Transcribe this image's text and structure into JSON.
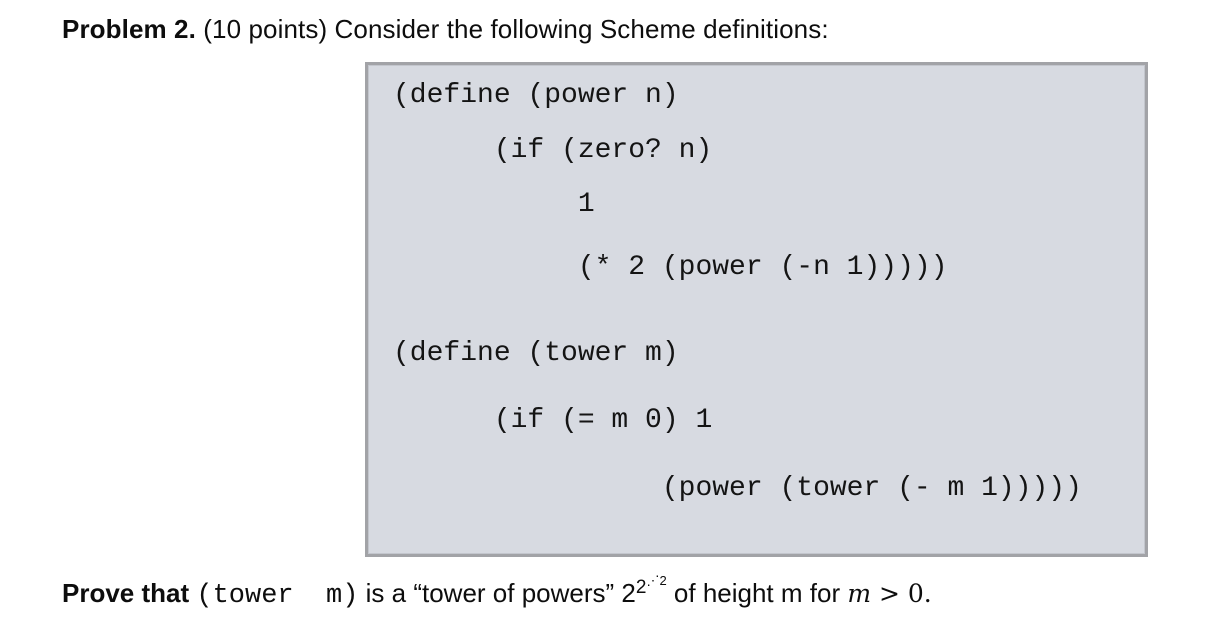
{
  "header": {
    "problem_label": "Problem 2.",
    "rest": " (10 points) Consider the following Scheme definitions:"
  },
  "code_box": {
    "language": "Scheme",
    "background_color": "#d7dae1",
    "border_color": "#a2a3a7",
    "lines": [
      "(define (power n)",
      "      (if (zero? n)",
      "           1",
      "           (* 2 (power (-n 1)))))",
      "(define (tower m)",
      "      (if (= m 0) 1",
      "                (power (tower (- m 1)))))"
    ]
  },
  "footer": {
    "prove_bold": "Prove that",
    "space_1": " ",
    "code_inline": "(tower  m)",
    "mid": " is a “tower of powers” ",
    "tower_notation": {
      "base": "2",
      "exp1": "2",
      "dots": "⋰",
      "exp2": "2"
    },
    "after": " of height m for ",
    "math_var": "m",
    "math_rest": " > 0."
  },
  "colors": {
    "page_background": "#ffffff",
    "text": "#0d0d0d",
    "code_text": "#141414"
  }
}
